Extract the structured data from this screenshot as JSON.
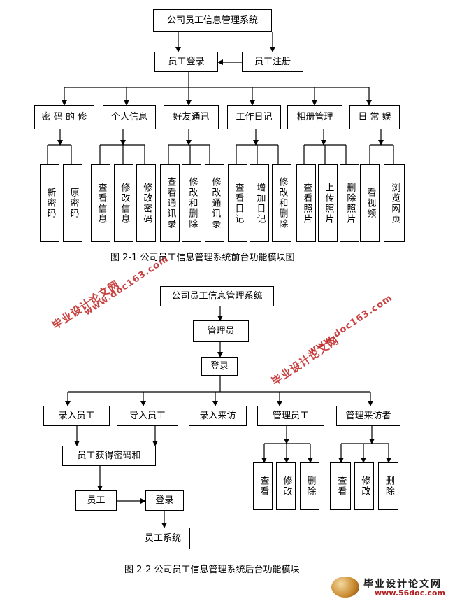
{
  "diagram1": {
    "root": "公司员工信息管理系统",
    "login": "员工登录",
    "register": "员工注册",
    "modules": [
      {
        "label": "密 码 的 修",
        "children": [
          "新密码",
          "原密码"
        ]
      },
      {
        "label": "个人信息",
        "children": [
          "查看信息",
          "修改信息",
          "修改密码"
        ]
      },
      {
        "label": "好友通讯",
        "children": [
          "查看通讯录",
          "修改和删除",
          "修改通讯录"
        ]
      },
      {
        "label": "工作日记",
        "children": [
          "查看日记",
          "增加日记",
          "修改和删除"
        ]
      },
      {
        "label": "相册管理",
        "children": [
          "查看照片",
          "上传照片",
          "删除照片"
        ]
      },
      {
        "label": "日 常 娱",
        "children": [
          "看视频",
          "浏览网页"
        ]
      }
    ],
    "caption": "图 2-1  公司员工信息管理系统前台功能模块图"
  },
  "diagram2": {
    "root": "公司员工信息管理系统",
    "admin": "管理员",
    "login": "登录",
    "modules": [
      {
        "label": "录入员工"
      },
      {
        "label": "导入员工"
      },
      {
        "label": "录入来访"
      },
      {
        "label": "管理员工",
        "children": [
          "查看",
          "修改",
          "删除"
        ]
      },
      {
        "label": "管理来访者",
        "children": [
          "查看",
          "修改",
          "删除"
        ]
      }
    ],
    "get_password": "员工获得密码和",
    "employee": "员工",
    "employee_login": "登录",
    "employee_system": "员工系统",
    "caption": "图 2-2  公司员工信息管理系统后台功能模块"
  },
  "watermarks": {
    "cn": "毕业设计论文网",
    "url": "www.doc163.com"
  },
  "footer": {
    "cn": "毕业设计论文网",
    "url": "www.56doc.com"
  }
}
